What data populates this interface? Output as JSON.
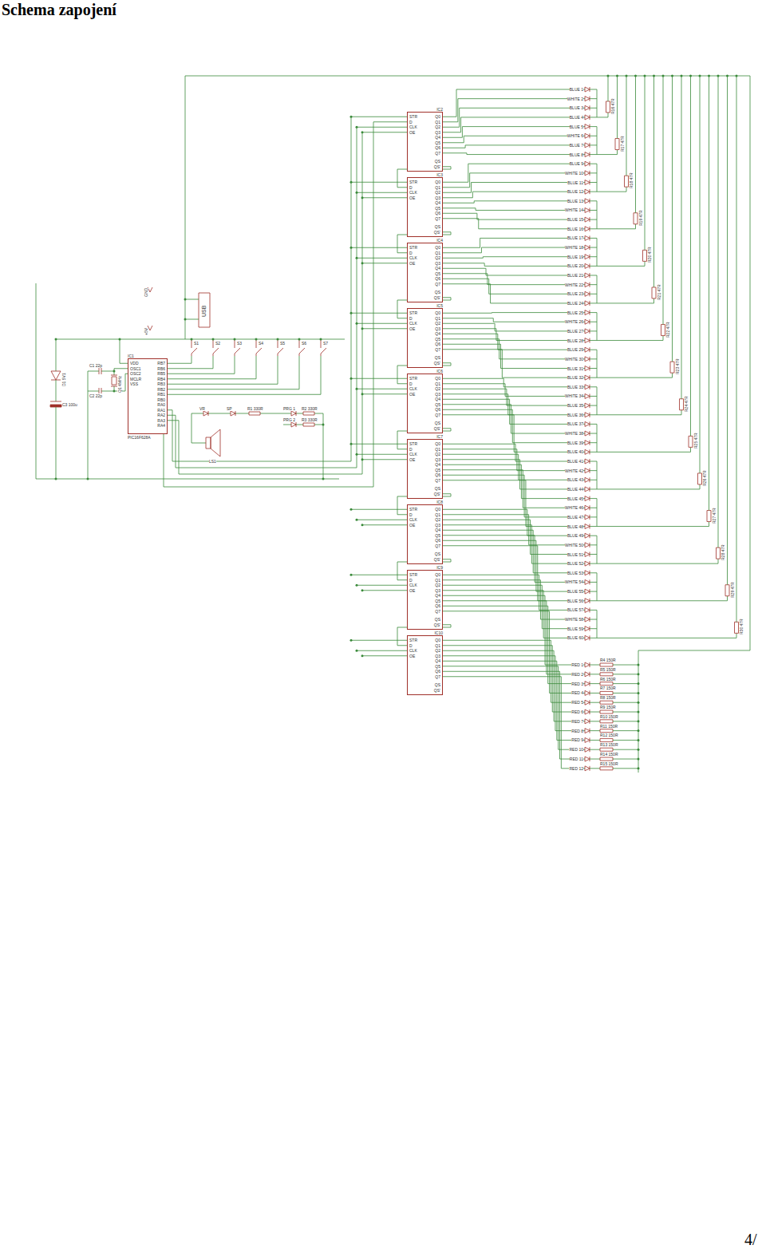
{
  "diagram": {
    "title": "Schema zapojení",
    "nodes": [
      {
        "text": [
          "IC1",
          "VDD OSC1 OSC2 MCLR VSS",
          "RB7 RB6 RB5 RB4 RB3 RB2 RB1 RB0 RA0 RA1 RA2 RA3 RA4",
          "PIC16F628A"
        ]
      },
      {
        "text": [
          "IC2",
          "STR D CLK OE",
          "Q0 Q1 Q2 Q3 Q4 Q5 Q6 Q7",
          "QS QS'"
        ]
      },
      {
        "text": [
          "IC3",
          "STR D CLK OE",
          "Q0 Q1 Q2 Q3 Q4 Q5 Q6 Q7",
          "QS QS'"
        ]
      },
      {
        "text": [
          "IC4",
          "STR D CLK OE",
          "Q0 Q1 Q2 Q3 Q4 Q5 Q6 Q7",
          "QS QS'"
        ]
      },
      {
        "text": [
          "IC5",
          "STR D CLK OE",
          "Q0 Q1 Q2 Q3 Q4 Q5 Q6 Q7",
          "QS QS'"
        ]
      },
      {
        "text": [
          "IC6",
          "STR D CLK OE",
          "Q0 Q1 Q2 Q3 Q4 Q5 Q6 Q7",
          "QS QS'"
        ]
      },
      {
        "text": [
          "IC7",
          "STR D CLK OE",
          "Q0 Q1 Q2 Q3 Q4 Q5 Q6 Q7",
          "QS QS'"
        ]
      },
      {
        "text": [
          "IC8",
          "STR D CLK OE",
          "Q0 Q1 Q2 Q3 Q4 Q5 Q6 Q7",
          "QS QS'"
        ]
      },
      {
        "text": [
          "IC9",
          "STR D CLK OE",
          "Q0 Q1 Q2 Q3 Q4 Q5 Q6 Q7",
          "QS QS'"
        ]
      },
      {
        "text": [
          "IC10",
          "STR D CLK OE",
          "Q0 Q1 Q2 Q3 Q4 Q5 Q6 Q7",
          "QS QS'"
        ]
      }
    ],
    "edges": [
      {
        "from": 0,
        "to": 1,
        "arrow": "none"
      },
      {
        "from": 1,
        "to": 2,
        "arrow": "none"
      },
      {
        "from": 2,
        "to": 3,
        "arrow": "none"
      },
      {
        "from": 3,
        "to": 4,
        "arrow": "none"
      },
      {
        "from": 4,
        "to": 5,
        "arrow": "none"
      },
      {
        "from": 5,
        "to": 6,
        "arrow": "none"
      },
      {
        "from": 6,
        "to": 7,
        "arrow": "none"
      },
      {
        "from": 7,
        "to": 8,
        "arrow": "none"
      },
      {
        "from": 8,
        "to": 9,
        "arrow": "none"
      }
    ],
    "labels": [
      "4/",
      "GND",
      "+5V",
      "USB",
      "C1 22p",
      "C2 22p",
      "Q1 4MHz",
      "D1 5V1",
      "C3 100u",
      "VR",
      "SP",
      "R1 330R",
      "PRG 1",
      "R2 330R",
      "PRG 2",
      "R3 330R",
      "LS1",
      "S1",
      "S2",
      "S3",
      "S4",
      "S5",
      "S6",
      "S7",
      "BLUE 1",
      "WHITE 2",
      "BLUE 3",
      "BLUE 4",
      "BLUE 5",
      "WHITE 6",
      "BLUE 7",
      "BLUE 8",
      "BLUE 9",
      "WHITE 10",
      "BLUE 11",
      "BLUE 12",
      "BLUE 13",
      "WHITE 14",
      "BLUE 15",
      "BLUE 16",
      "BLUE 17",
      "WHITE 18",
      "BLUE 19",
      "BLUE 20",
      "BLUE 21",
      "WHITE 22",
      "BLUE 23",
      "BLUE 24",
      "BLUE 25",
      "WHITE 26",
      "BLUE 27",
      "BLUE 28",
      "BLUE 29",
      "WHITE 30",
      "BLUE 31",
      "BLUE 32",
      "BLUE 33",
      "WHITE 34",
      "BLUE 35",
      "BLUE 36",
      "BLUE 37",
      "WHITE 38",
      "BLUE 39",
      "BLUE 40",
      "BLUE 41",
      "WHITE 42",
      "BLUE 43",
      "BLUE 44",
      "BLUE 45",
      "WHITE 46",
      "BLUE 47",
      "BLUE 48",
      "BLUE 49",
      "WHITE 50",
      "BLUE 51",
      "BLUE 52",
      "BLUE 53",
      "WHITE 54",
      "BLUE 55",
      "BLUE 56",
      "BLUE 57",
      "WHITE 58",
      "BLUE 59",
      "BLUE 60",
      "RED 1",
      "RED 2",
      "RED 3",
      "RED 4",
      "RED 5",
      "RED 6",
      "RED 7",
      "RED 8",
      "RED 9",
      "RED 10",
      "RED 11",
      "RED 12",
      "R4 150R",
      "R5 150R",
      "R6 150R",
      "R7 150R",
      "R8 150R",
      "R9 150R",
      "R10 150R",
      "R11 150R",
      "R12 150R",
      "R13 150R",
      "R14 150R",
      "R15 150R",
      "R16 47R",
      "R17 47R",
      "R18 47R",
      "R19 47R",
      "R20 47R",
      "R21 47R",
      "R22 47R",
      "R23 47R",
      "R24 47R",
      "R25 47R",
      "R26 47R",
      "R27 47R",
      "R28 47R",
      "R29 47R",
      "R30 47R"
    ]
  }
}
